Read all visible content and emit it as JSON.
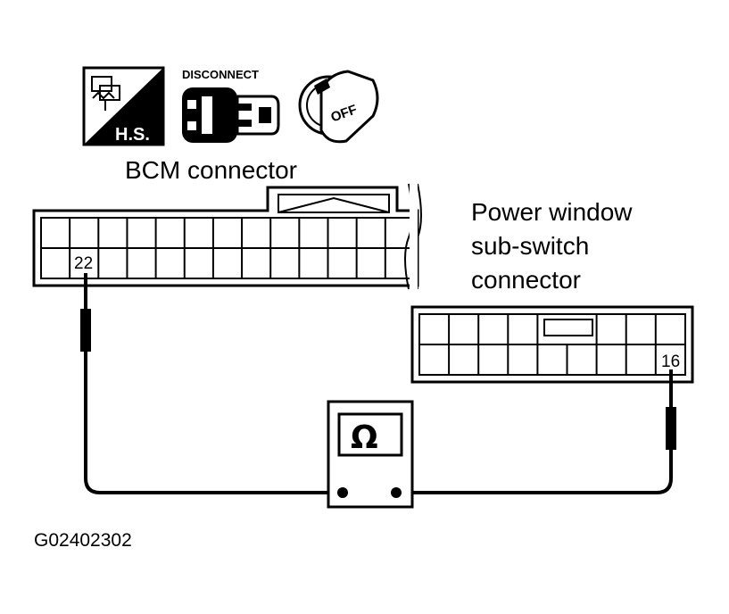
{
  "icons": {
    "hs_label": "H.S.",
    "disconnect_label": "DISCONNECT",
    "off_label": "OFF"
  },
  "bcm": {
    "title": "BCM connector",
    "pin": "22"
  },
  "pws": {
    "title_line1": "Power window",
    "title_line2": "sub-switch",
    "title_line3": "connector",
    "pin": "16"
  },
  "meter": {
    "symbol": "Ω"
  },
  "figure_code": "G02402302"
}
